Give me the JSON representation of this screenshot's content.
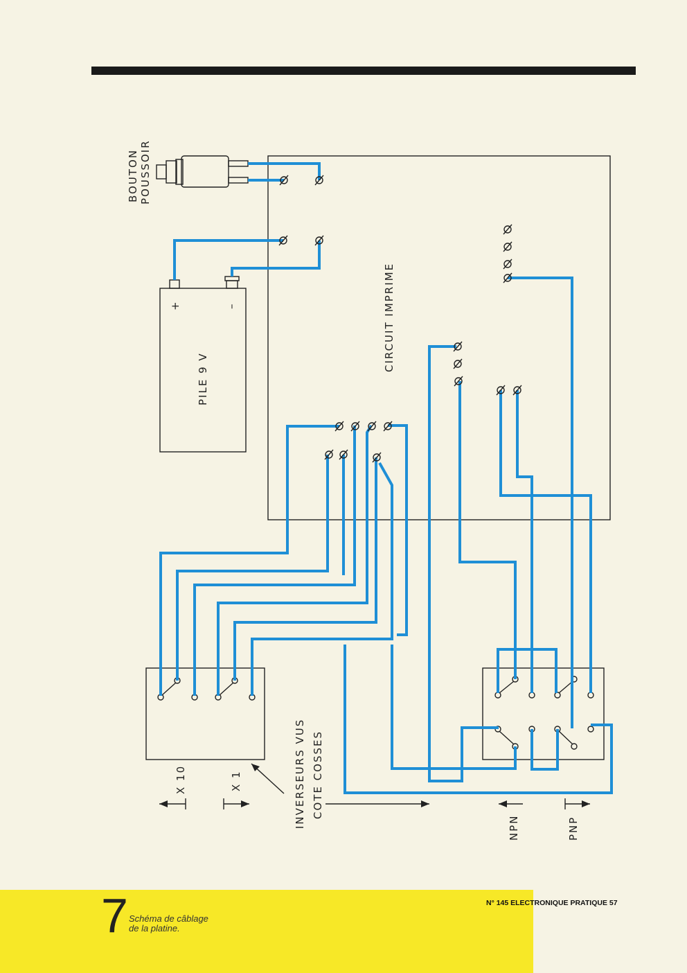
{
  "labels": {
    "bouton_line1": "BOUTON",
    "bouton_line2": "POUSSOIR",
    "battery": "PILE  9 V",
    "plus": "+",
    "minus": "–",
    "circuit": "CIRCUIT  IMPRIME",
    "x10": "X 10",
    "x1": "X 1",
    "inverseurs_line1": "INVERSEURS  VUS",
    "inverseurs_line2": "COTE  COSSES",
    "npn": "NPN",
    "pnp": "PNP"
  },
  "footer": {
    "figure_number": "7",
    "caption_line1": "Schéma de câblage",
    "caption_line2": "de la platine.",
    "page_ref": "N° 145 ELECTRONIQUE PRATIQUE 57"
  },
  "colors": {
    "wire": "#1f8fd6",
    "footer_band": "#f7e827",
    "paper": "#f6f3e4"
  }
}
